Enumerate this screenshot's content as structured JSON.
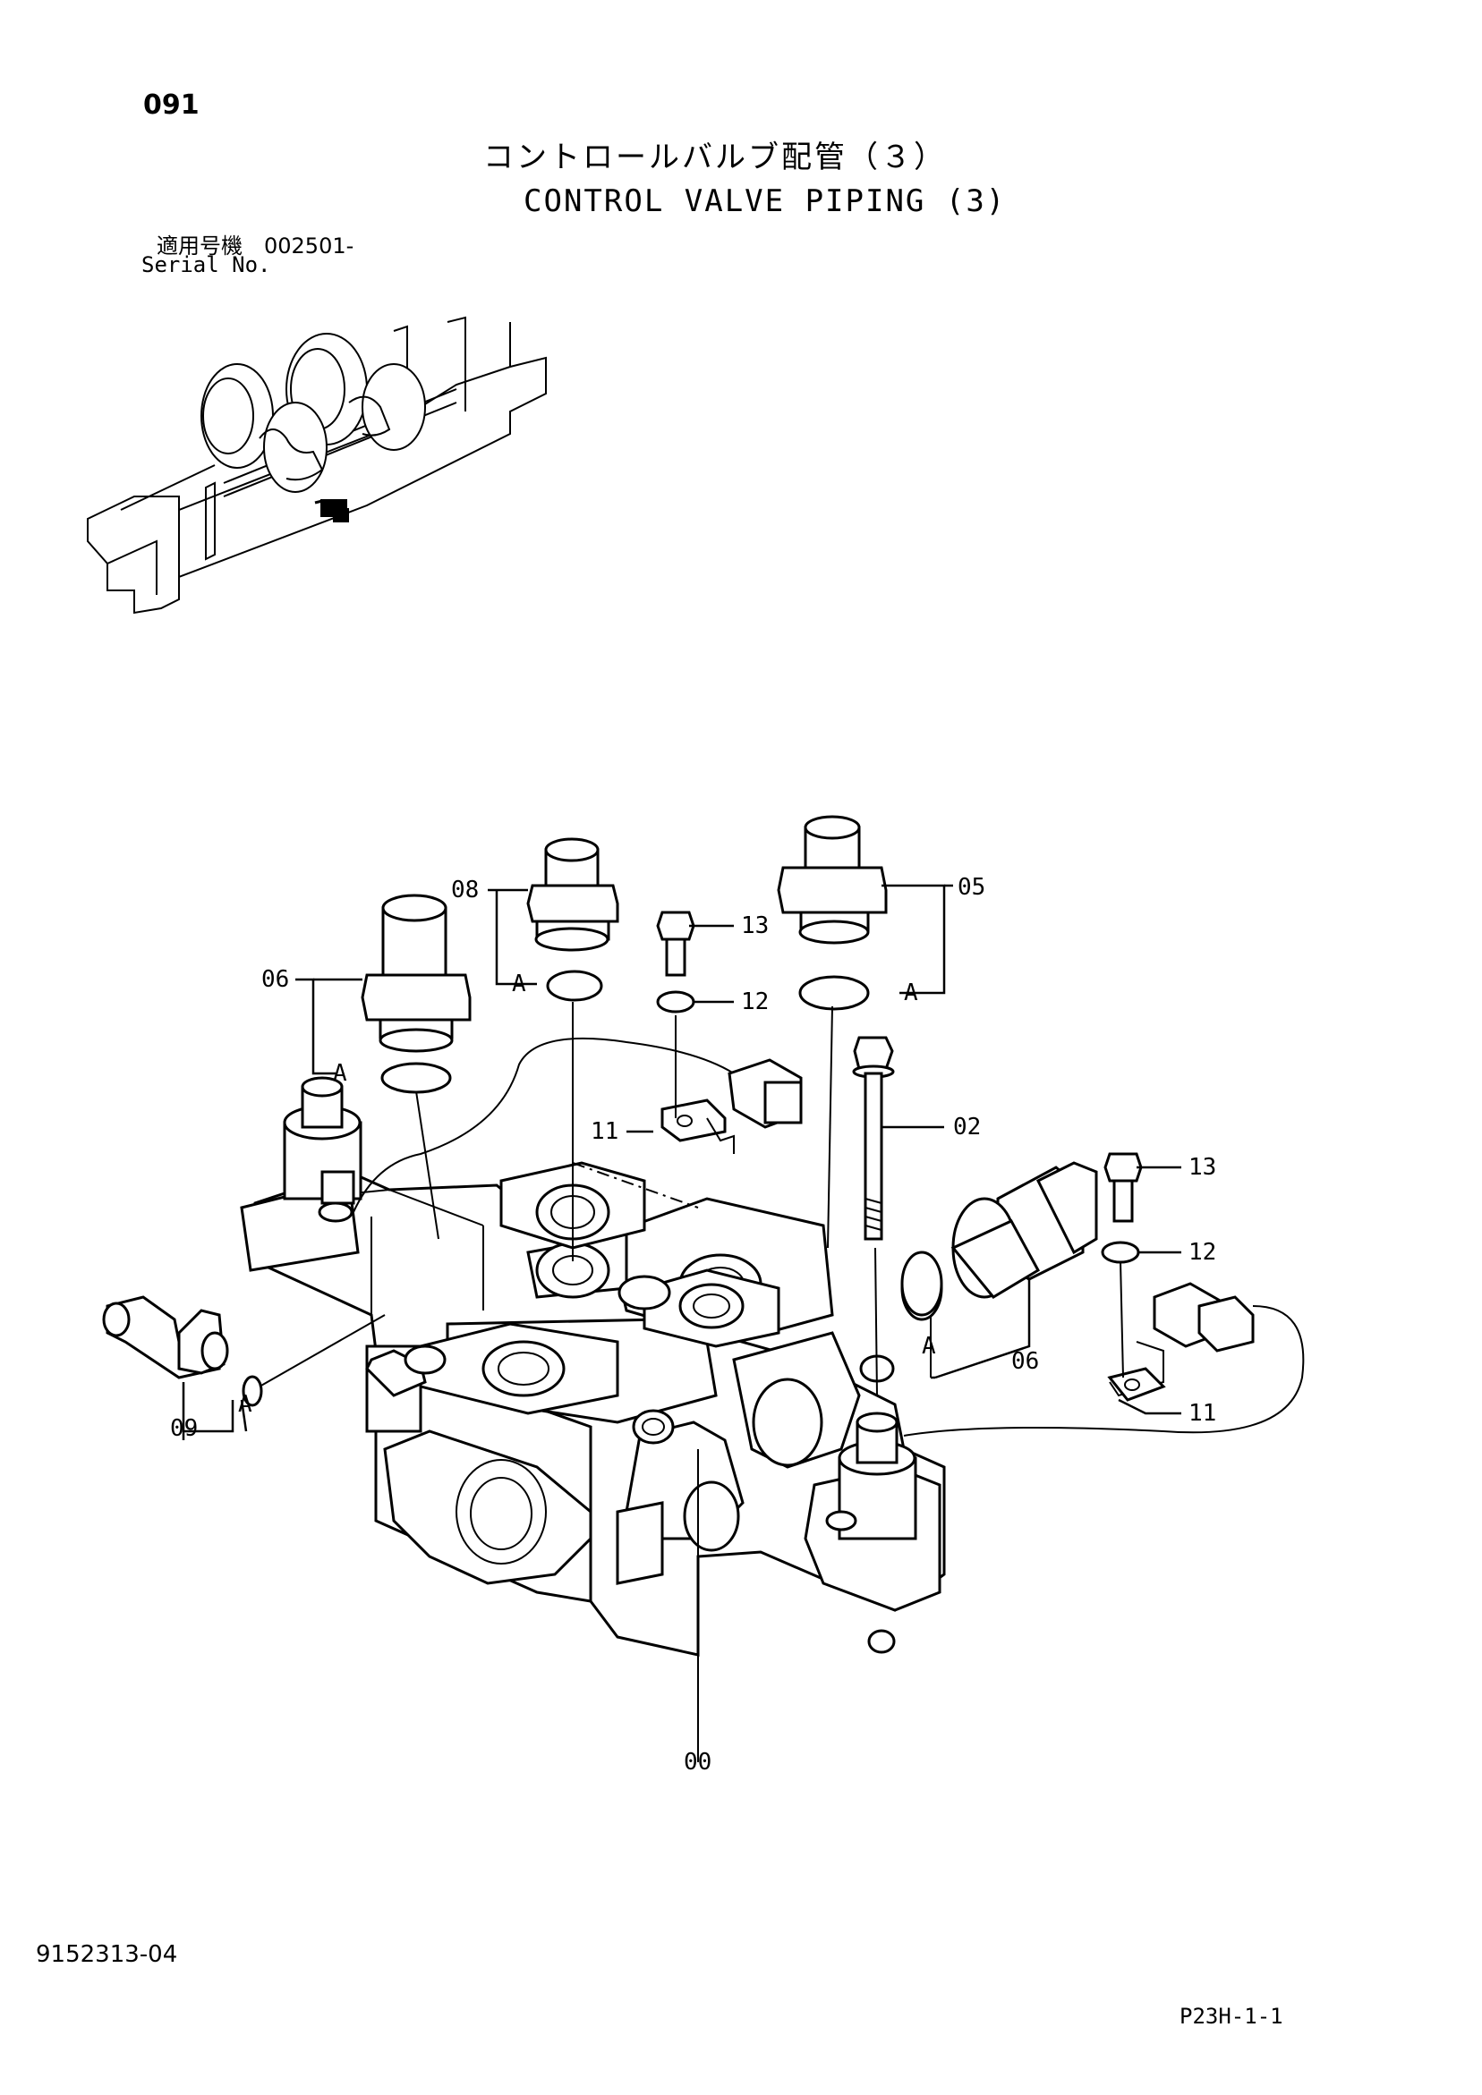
{
  "header": {
    "page_number": "091",
    "title_jp": "コントロールバルブ配管（３）",
    "title_en": "CONTROL VALVE PIPING (3)",
    "serial_label_jp": "適用号機　002501-",
    "serial_label_en": "Serial No."
  },
  "callouts": {
    "c00": "00",
    "c02": "02",
    "c05": "05",
    "c06a": "06",
    "c06b": "06",
    "c08": "08",
    "c09": "09",
    "c11a": "11",
    "c11b": "11",
    "c12a": "12",
    "c12b": "12",
    "c13a": "13",
    "c13b": "13",
    "ref_a1": "A",
    "ref_a2": "A",
    "ref_a3": "A",
    "ref_a4": "A",
    "ref_a5": "A"
  },
  "footer": {
    "doc_number": "9152313-04",
    "page_ref": "P23H-1-1"
  }
}
